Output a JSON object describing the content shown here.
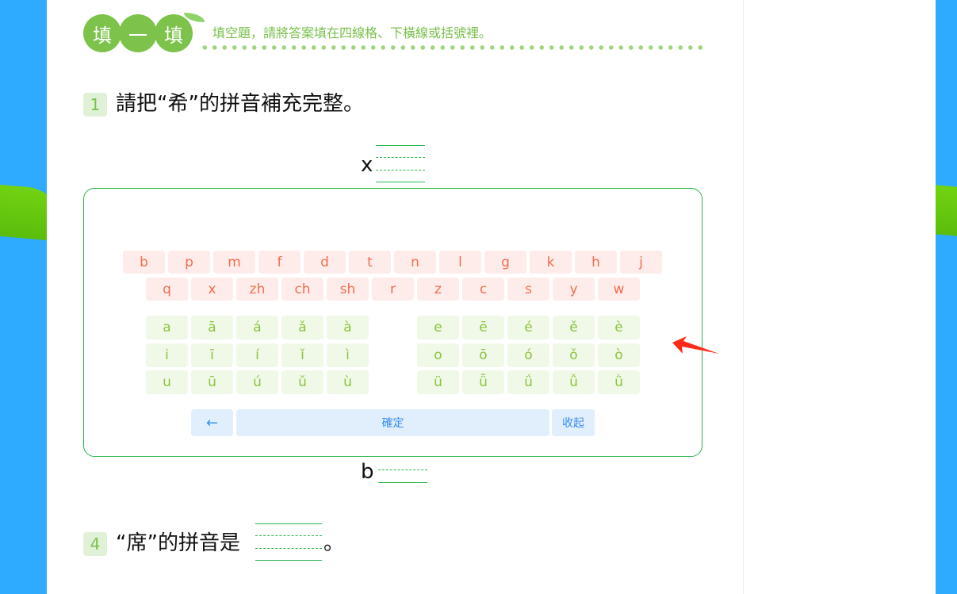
{
  "header": {
    "badge_chars": [
      "填",
      "一",
      "填"
    ],
    "instruction": "填空題，請將答案填在四線格、下橫線或括號裡。"
  },
  "questions": [
    {
      "number": "1",
      "text": "請把“希”的拼音補充完整。",
      "answer_prefix": "x"
    },
    {
      "answer_prefix": "b"
    },
    {
      "number": "4",
      "text": "“席”的拼音是",
      "suffix": "。"
    }
  ],
  "keyboard": {
    "consonants_row1": [
      "b",
      "p",
      "m",
      "f",
      "d",
      "t",
      "n",
      "l",
      "g",
      "k",
      "h",
      "j"
    ],
    "consonants_row2": [
      "q",
      "x",
      "zh",
      "ch",
      "sh",
      "r",
      "z",
      "c",
      "s",
      "y",
      "w"
    ],
    "vowels_left": [
      [
        "a",
        "ā",
        "á",
        "ǎ",
        "à"
      ],
      [
        "i",
        "ī",
        "í",
        "ǐ",
        "ì"
      ],
      [
        "u",
        "ū",
        "ú",
        "ǔ",
        "ù"
      ]
    ],
    "vowels_right": [
      [
        "e",
        "ē",
        "é",
        "ě",
        "è"
      ],
      [
        "o",
        "ō",
        "ó",
        "ǒ",
        "ò"
      ],
      [
        "ü",
        "ǖ",
        "ǘ",
        "ǚ",
        "ǜ"
      ]
    ],
    "backspace": "←",
    "confirm": "確定",
    "collapse": "收起"
  },
  "colors": {
    "accent_green": "#7cc24b",
    "consonant": "#f36f4f",
    "vowel": "#8bc43f",
    "button": "#3b8ef0",
    "arrow": "#ff2a1a"
  }
}
